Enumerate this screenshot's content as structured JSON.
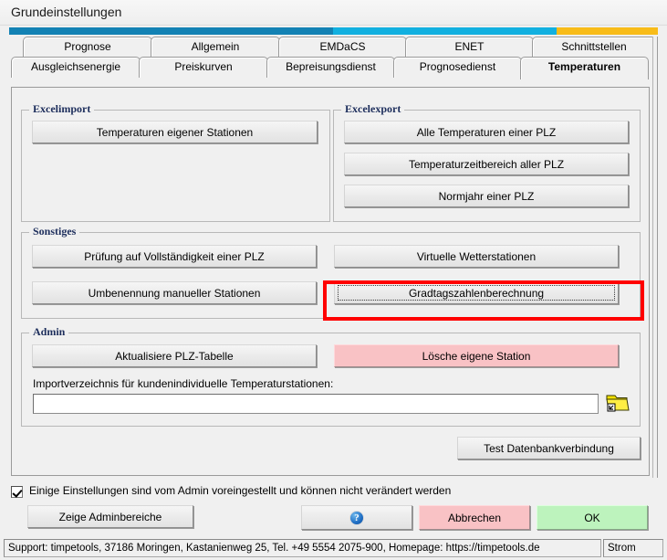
{
  "window": {
    "title": "Grundeinstellungen"
  },
  "accent_strip": {
    "colors": [
      "#1382b4",
      "#12b0e0",
      "#f8bc19"
    ]
  },
  "tabs": {
    "row1": [
      {
        "label": "Prognose"
      },
      {
        "label": "Allgemein"
      },
      {
        "label": "EMDaCS"
      },
      {
        "label": "ENET"
      },
      {
        "label": "Schnittstellen"
      }
    ],
    "row2": [
      {
        "label": "Ausgleichsenergie"
      },
      {
        "label": "Preiskurven"
      },
      {
        "label": "Bepreisungsdienst"
      },
      {
        "label": "Prognosedienst"
      },
      {
        "label": "Temperaturen",
        "selected": true
      }
    ]
  },
  "groups": {
    "excelimport": {
      "legend": "Excelimport",
      "buttons": [
        {
          "label": "Temperaturen eigener Stationen"
        }
      ]
    },
    "excelexport": {
      "legend": "Excelexport",
      "buttons": [
        {
          "label": "Alle Temperaturen einer PLZ"
        },
        {
          "label": "Temperaturzeitbereich aller PLZ"
        },
        {
          "label": "Normjahr einer PLZ"
        }
      ]
    },
    "sonstiges": {
      "legend": "Sonstiges",
      "buttons": [
        {
          "label": "Prüfung auf Vollständigkeit einer PLZ"
        },
        {
          "label": "Virtuelle Wetterstationen"
        },
        {
          "label": "Umbenennung manueller Stationen"
        },
        {
          "label": "Gradtagszahlenberechnung",
          "focused": true,
          "highlighted": true
        }
      ]
    },
    "admin": {
      "legend": "Admin",
      "buttons": [
        {
          "label": "Aktualisiere PLZ-Tabelle"
        },
        {
          "label": "Lösche eigene Station",
          "style": "danger"
        }
      ],
      "import_path": {
        "label": "Importverzeichnis für kundenindividuelle Temperaturstationen:",
        "value": "",
        "placeholder": "",
        "browse_icon": "folder-open-icon"
      }
    }
  },
  "panel": {
    "test_db_button": "Test Datenbankverbindung"
  },
  "footer": {
    "admin_checkbox": {
      "label": "Einige Einstellungen sind vom Admin voreingestellt und können nicht verändert werden",
      "checked": true
    },
    "show_admin_button": "Zeige Adminbereiche",
    "help_button": "?",
    "cancel_button": "Abbrechen",
    "ok_button": "OK"
  },
  "statusbar": {
    "support": "Support: timpetools, 37186 Moringen, Kastanienweg 25, Tel. +49 5554 2075-900, Homepage: https://timpetools.de",
    "mode": "Strom"
  },
  "annotation": {
    "color": "#ff0000",
    "target": "Gradtagszahlenberechnung"
  }
}
